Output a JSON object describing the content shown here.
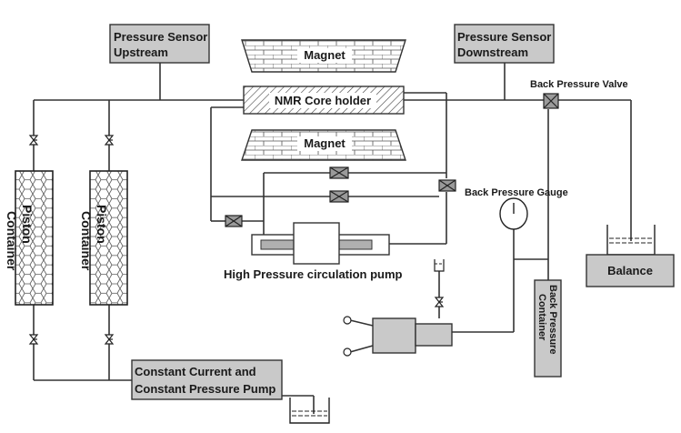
{
  "labels": {
    "pressure_sensor_upstream": [
      "Pressure Sensor",
      "Upstream"
    ],
    "pressure_sensor_downstream": [
      "Pressure Sensor",
      "Downstream"
    ],
    "magnet_top": "Magnet",
    "magnet_bottom": "Magnet",
    "nmr_core_holder": "NMR Core holder",
    "back_pressure_valve": "Back Pressure Valve",
    "back_pressure_gauge": "Back Pressure Gauge",
    "piston_container_1": [
      "Piston",
      "Container"
    ],
    "piston_container_2": [
      "Piston",
      "Container"
    ],
    "high_pressure_pump": "High Pressure circulation pump",
    "balance": "Balance",
    "back_pressure_container": [
      "Back Pressure",
      "Container"
    ],
    "constant_pump": [
      "Constant Current and",
      "Constant Pressure Pump"
    ]
  },
  "colors": {
    "box_fill": "#c9c9c9",
    "line": "#333333"
  }
}
